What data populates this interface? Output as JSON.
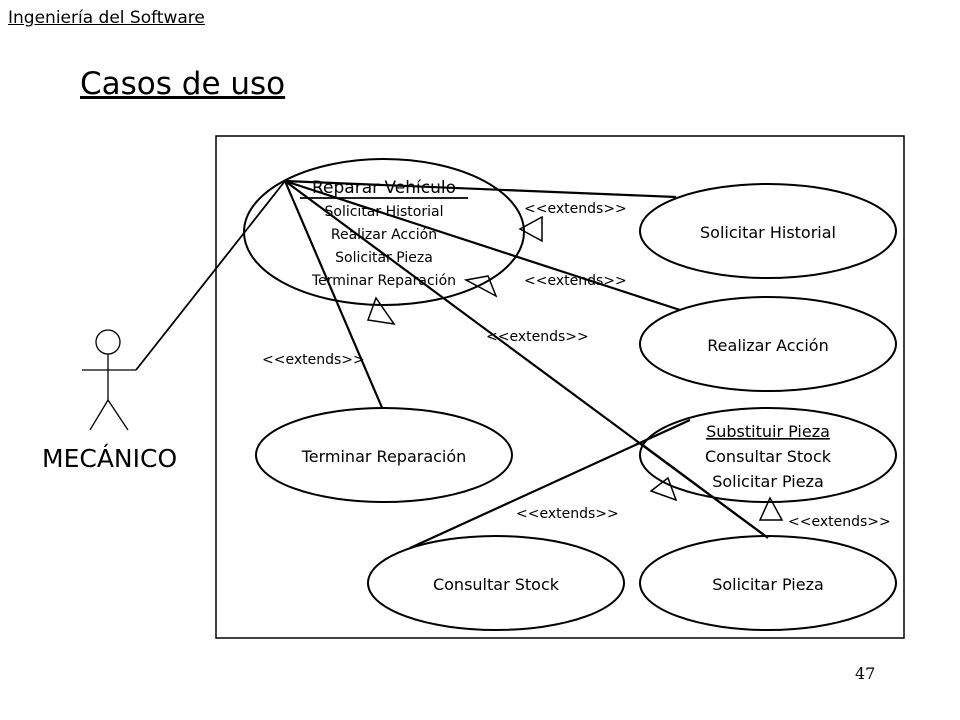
{
  "header": {
    "course": "Ingeniería del Software"
  },
  "slide": {
    "title": "Casos de uso",
    "page_number": "47"
  },
  "actor": {
    "name": "MECÁNICO"
  },
  "use_cases": {
    "reparar_vehiculo": {
      "name": "Reparar Vehículo",
      "extension_points": [
        "Solicitar Historial",
        "Realizar Acción",
        "Solicitar Pieza",
        "Terminar Reparación"
      ]
    },
    "solicitar_historial": {
      "name": "Solicitar Historial"
    },
    "realizar_accion": {
      "name": "Realizar Acción"
    },
    "terminar_reparacion": {
      "name": "Terminar Reparación"
    },
    "substituir_pieza": {
      "name": "Substituir Pieza",
      "extension_points": [
        "Consultar Stock",
        "Solicitar Pieza"
      ]
    },
    "consultar_stock": {
      "name": "Consultar Stock"
    },
    "solicitar_pieza": {
      "name": "Solicitar Pieza"
    }
  },
  "relation_labels": {
    "historial_extends": "<<extends>>",
    "accion_extends": "<<extends>>",
    "pieza_extends": "<<extends>>",
    "terminar_extends": "<<extends>>",
    "stock_extends": "<<extends>>",
    "solicitar_pieza_extends": "<<extends>>"
  }
}
